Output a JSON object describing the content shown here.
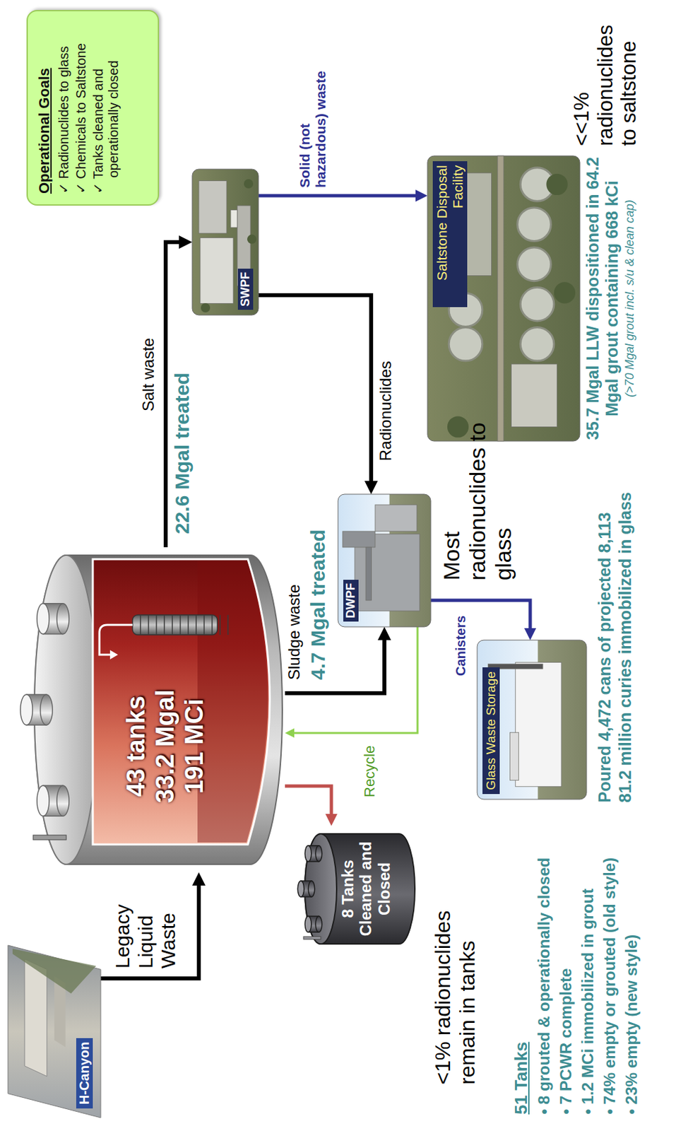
{
  "diagram": {
    "nodes": [
      {
        "text": [
          "H-Canyon"
        ]
      },
      {
        "text": [
          "43 tanks 33.2 Mgal 191 MCi"
        ]
      },
      {
        "text": [
          "8 Tanks Cleaned and Closed"
        ]
      },
      {
        "text": [
          "SWPF"
        ]
      },
      {
        "text": [
          "DWPF"
        ]
      },
      {
        "text": [
          "Saltstone Disposal Facility"
        ]
      },
      {
        "text": [
          "Glass Waste Storage"
        ]
      },
      {
        "text": [
          "Operational Goals",
          "✓ Radionuclides to glass",
          "✓ Chemicals to Saltstone",
          "✓ Tanks cleaned and operationally closed"
        ]
      }
    ],
    "edges": [
      {
        "from": 0,
        "to": 1,
        "label": "Legacy Liquid Waste",
        "arrow": "to"
      },
      {
        "from": 1,
        "to": 2,
        "arrow": "to"
      },
      {
        "from": 1,
        "to": 3,
        "label": "Salt waste",
        "arrow": "to"
      },
      {
        "from": 1,
        "to": 4,
        "label": "Sludge waste",
        "arrow": "to"
      },
      {
        "from": 4,
        "to": 1,
        "label": "Recycle",
        "arrow": "to"
      },
      {
        "from": 3,
        "to": 4,
        "label": "Radionuclides",
        "arrow": "to"
      },
      {
        "from": 3,
        "to": 5,
        "label": "Solid (not hazardous) waste",
        "arrow": "to"
      },
      {
        "from": 4,
        "to": 6,
        "label": "Canisters",
        "arrow": "to"
      }
    ],
    "labels": [
      "22.6 Mgal treated",
      "4.7 Mgal treated",
      "Most radionuclides to glass",
      "<<1% radionuclides to saltstone",
      "35.7 Mgal LLW dispositioned in 64.2 Mgal grout containing 668 kCi",
      "(>70 Mgal grout incl. s/u & clean cap)",
      "<1% radionuclides remain in tanks",
      "Poured 4,472 cans of projected 8,113",
      "81.2 million curies immobilized in glass",
      "51 Tanks",
      "• 8 grouted & operationally closed",
      "• 7 PCWR complete",
      "• 1.2 MCi immobilized in grout",
      "• 74% empty or grouted (old style)",
      "• 23% empty (new style)"
    ]
  }
}
